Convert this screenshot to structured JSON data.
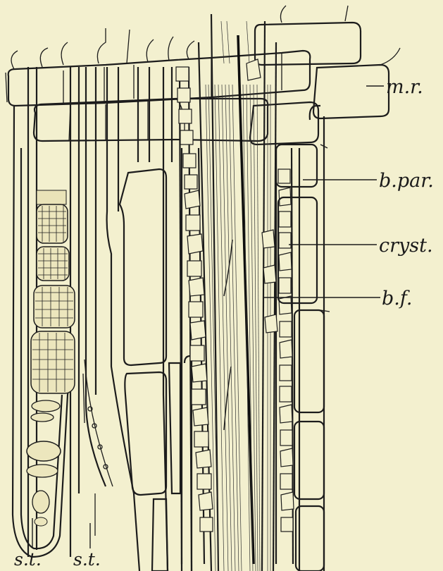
{
  "labels": {
    "medullary_ray": "m.r.",
    "bast_parenchyma": "b.par.",
    "crystals": "cryst.",
    "bast_fibre": "b.f.",
    "sieve_tube_1": "s.t.",
    "sieve_tube_2": "s.t."
  }
}
